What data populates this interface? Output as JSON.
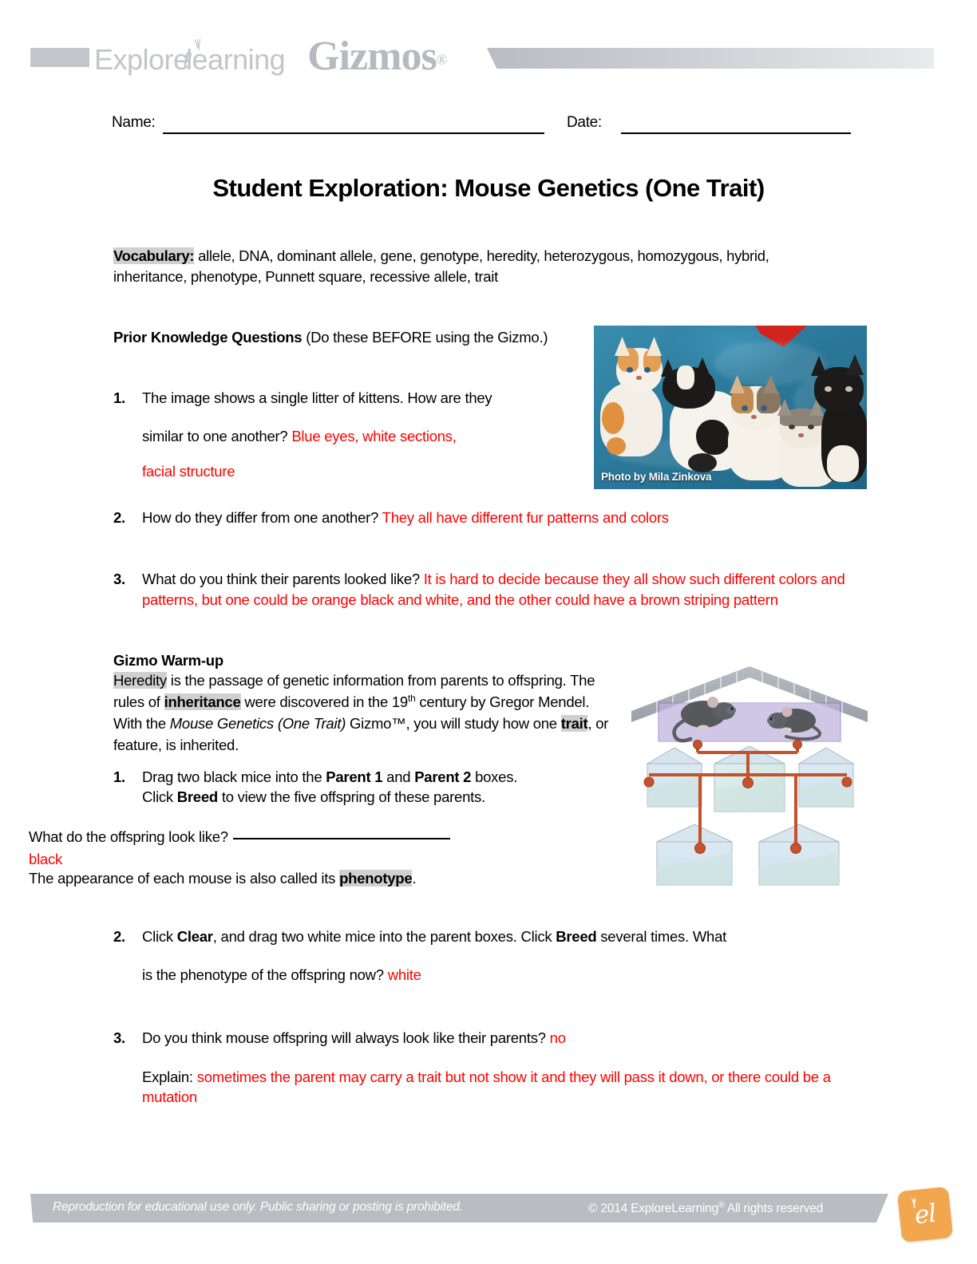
{
  "header": {
    "brand_explore": "Explore",
    "brand_learning": "learning",
    "brand_gizmos": "Gizmos",
    "brand_registered": "®",
    "logo_color": "#c3c5ca"
  },
  "form": {
    "name_label": "Name:",
    "date_label": "Date:"
  },
  "title": "Student Exploration: Mouse Genetics (One Trait)",
  "vocabulary": {
    "label": "Vocabulary:",
    "terms": "allele, DNA, dominant allele, gene, genotype, heredity, heterozygous, homozygous, hybrid, inheritance, phenotype, Punnett square, recessive allele, trait"
  },
  "prior_knowledge": {
    "heading_bold": "Prior Knowledge Questions",
    "heading_rest": " (Do these BEFORE using the Gizmo.)",
    "questions": [
      {
        "number": "1.",
        "text_line1": "The image shows a single litter of kittens. How are they",
        "text_line2": "similar to one another?",
        "answer_line1": "Blue eyes, white sections,",
        "answer_line2": "facial structure"
      },
      {
        "number": "2.",
        "text": "How do they differ from one another?",
        "answer": "They all have different fur patterns and colors"
      },
      {
        "number": "3.",
        "text": "What do you think their parents looked like?",
        "answer": "It is hard to decide because they all show such different colors and patterns, but one could be orange black and white, and the other could have a brown striping pattern"
      }
    ]
  },
  "kitten_photo": {
    "credit": "Photo by Mila Zinkova"
  },
  "gizmo_warmup": {
    "heading": "Gizmo Warm-up",
    "term_heredity": "Heredity",
    "body_part1": " is the passage of genetic information from parents to offspring. The rules of ",
    "term_inheritance": "inheritance",
    "body_part2": " were discovered in the 19",
    "superscript": "th",
    "body_part3": " century by Gregor Mendel. With the ",
    "gizmo_name_italic": "Mouse Genetics (One Trait)",
    "body_part4": " Gizmo™, you will study how one ",
    "term_trait": "trait",
    "body_part5": ", or feature, is inherited.",
    "steps": [
      {
        "number": "1.",
        "text_a": "Drag two black mice into the ",
        "bold_parent1": "Parent 1",
        "text_b": " and ",
        "bold_parent2": "Parent 2",
        "text_c": " boxes.",
        "text_line2_a": "Click ",
        "bold_breed": "Breed",
        "text_line2_b": " to view the five offspring of these parents.",
        "question": "What do the offspring look like?",
        "answer": "black",
        "followup_a": "The appearance of each mouse is also called its ",
        "followup_term": "phenotype",
        "followup_b": "."
      },
      {
        "number": "2.",
        "text_a": "Click ",
        "bold_clear": "Clear",
        "text_b": ", and drag two white mice into the parent boxes. Click ",
        "bold_breed": "Breed",
        "text_c": " several times. What",
        "text_line2": "is the phenotype of the offspring now?",
        "answer": "white"
      },
      {
        "number": "3.",
        "text": "Do you think mouse offspring will always look like their parents?",
        "answer": "no",
        "explain_label": "Explain:",
        "explain_answer": "sometimes the parent may carry a trait but not show it and they will pass it down, or there could be a mutation"
      }
    ]
  },
  "footer": {
    "left_text": "Reproduction for educational use only. Public sharing or posting is prohibited.",
    "copyright": "© 2014 ExploreLearning",
    "copyright_sup": "®",
    "rights": " All rights reserved",
    "logo_text": "el",
    "logo_color": "#f2a74e",
    "bar_color": "#b9bcc1"
  },
  "colors": {
    "answer_red": "#ff0000",
    "highlight_gray": "#d0d0d0"
  }
}
